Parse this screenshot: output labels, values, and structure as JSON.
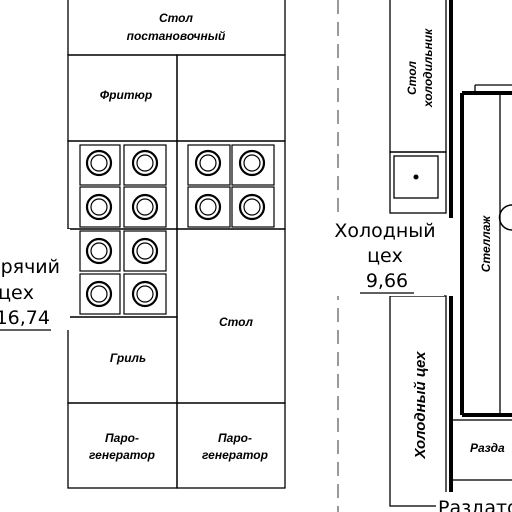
{
  "rooms": {
    "hot_shop": {
      "name_line1": "Горячий",
      "name_line2": "цех",
      "area": "16,74"
    },
    "cold_shop": {
      "name_line1": "Холодный",
      "name_line2": "цех",
      "area": "9,66"
    },
    "serving": {
      "name": "Раздаточная"
    }
  },
  "equipment": {
    "setup_table_line1": "Стол",
    "setup_table_line2": "постановочный",
    "fryer": "Фритюр",
    "grill": "Гриль",
    "table": "Стол",
    "steamer_left_line1": "Паро-",
    "steamer_left_line2": "генератор",
    "steamer_right_line1": "Паро-",
    "steamer_right_line2": "генератор",
    "fridge_table_line1": "Стол",
    "fridge_table_line2": "холодильник",
    "rack": "Стеллаж",
    "cold_shop_vertical": "Холодный цех",
    "serving_counter": "Разда"
  }
}
